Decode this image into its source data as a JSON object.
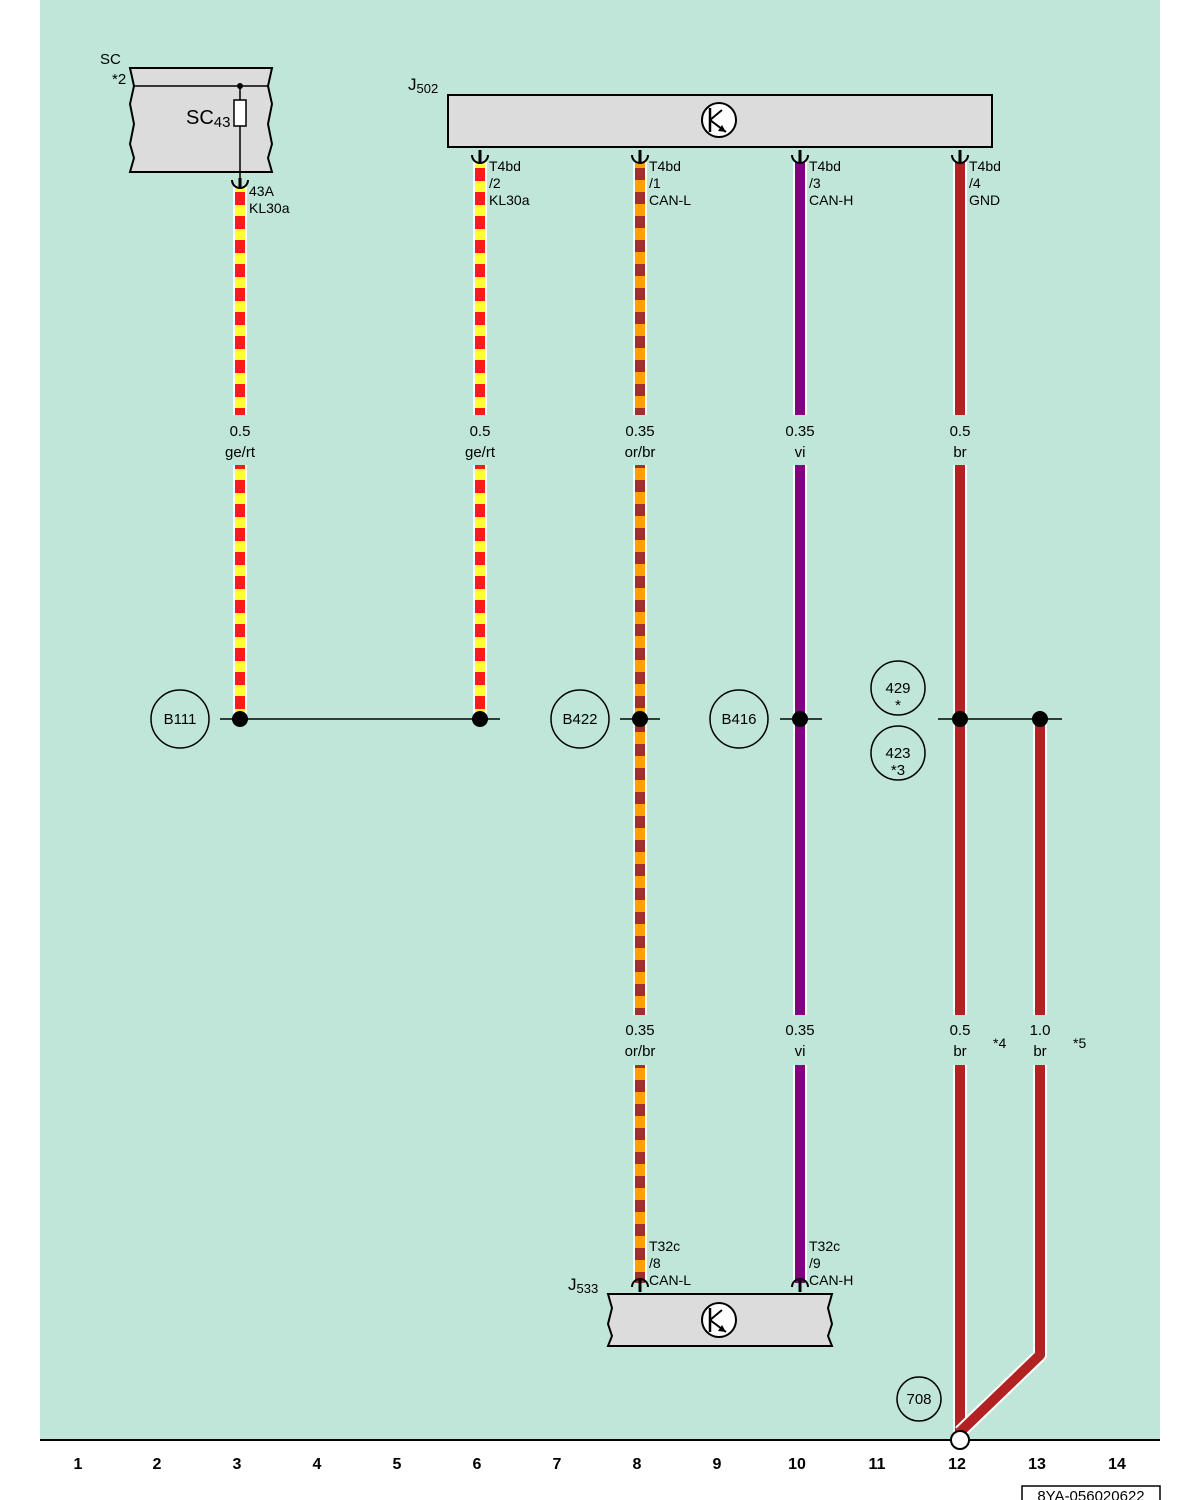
{
  "components": {
    "sc_box": {
      "label": "SC",
      "note": "*2",
      "fuse": "SC",
      "fuse_sub": "43",
      "pin": "43A",
      "terminal": "KL30a"
    },
    "j502": {
      "label": "J",
      "sub": "502"
    },
    "j533": {
      "label": "J",
      "sub": "533"
    }
  },
  "j502_pins": [
    {
      "connector": "T4bd",
      "pin": "/2",
      "signal": "KL30a"
    },
    {
      "connector": "T4bd",
      "pin": "/1",
      "signal": "CAN-L"
    },
    {
      "connector": "T4bd",
      "pin": "/3",
      "signal": "CAN-H"
    },
    {
      "connector": "T4bd",
      "pin": "/4",
      "signal": "GND"
    }
  ],
  "j533_pins": [
    {
      "connector": "T32c",
      "pin": "/8",
      "signal": "CAN-L"
    },
    {
      "connector": "T32c",
      "pin": "/9",
      "signal": "CAN-H"
    }
  ],
  "wire_labels_upper": [
    {
      "size": "0.5",
      "color": "ge/rt"
    },
    {
      "size": "0.5",
      "color": "ge/rt"
    },
    {
      "size": "0.35",
      "color": "or/br"
    },
    {
      "size": "0.35",
      "color": "vi"
    },
    {
      "size": "0.5",
      "color": "br"
    }
  ],
  "wire_labels_lower": [
    {
      "size": "0.35",
      "color": "or/br"
    },
    {
      "size": "0.35",
      "color": "vi"
    },
    {
      "size": "0.5",
      "color": "br",
      "note": "*4"
    },
    {
      "size": "1.0",
      "color": "br",
      "note": "*5"
    }
  ],
  "connection_points": [
    {
      "id": "B111"
    },
    {
      "id": "B422"
    },
    {
      "id": "B416"
    },
    {
      "id": "429",
      "note": "*"
    },
    {
      "id": "423",
      "note": "*3"
    },
    {
      "id": "708"
    }
  ],
  "columns": [
    "1",
    "2",
    "3",
    "4",
    "5",
    "6",
    "7",
    "8",
    "9",
    "10",
    "11",
    "12",
    "13",
    "14"
  ],
  "document_id": "8YA-056020622",
  "colors": {
    "background": "#bfe6d8",
    "component_fill": "#dcdcdc",
    "yellow": "#ffff00",
    "red": "#ff2020",
    "orange": "#ffa500",
    "brown": "#a52a2a",
    "violet": "#800080",
    "dark_red": "#b22222"
  }
}
